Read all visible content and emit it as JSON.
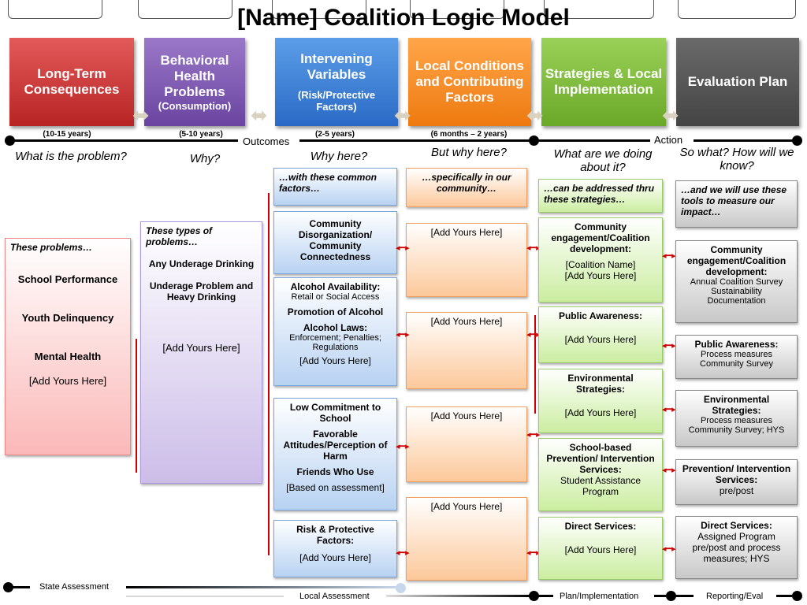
{
  "title": "[Name] Coalition Logic Model",
  "headers": [
    {
      "title": "Long-Term Consequences",
      "sub": ""
    },
    {
      "title": "Behavioral Health Problems",
      "sub": "(Consumption)"
    },
    {
      "title": "Intervening Variables",
      "sub": "(Risk/Protective Factors)"
    },
    {
      "title": "Local Conditions and Contributing Factors",
      "sub": ""
    },
    {
      "title": "Strategies & Local Implementation",
      "sub": ""
    },
    {
      "title": "Evaluation Plan",
      "sub": ""
    }
  ],
  "timeframes": [
    "(10-15 years)",
    "(5-10 years)",
    "(2-5 years)",
    "(6 months – 2 years)"
  ],
  "timeline": {
    "outcomes": "Outcomes",
    "action": "Action"
  },
  "questions": [
    "What is the problem?",
    "Why?",
    "Why here?",
    "But why here?",
    "What are we doing about it?",
    "So what? How will we know?"
  ],
  "col1": {
    "intro": "These problems…",
    "items": [
      "School Performance",
      "Youth Delinquency",
      "Mental Health"
    ],
    "add": "[Add Yours Here]"
  },
  "col2": {
    "intro": "These types of problems…",
    "items": [
      "Any Underage Drinking",
      "Underage Problem and Heavy Drinking"
    ],
    "add": "[Add Yours Here]"
  },
  "col3": {
    "intro": "…with these common factors…",
    "b1": "Community Disorganization/ Community Connectedness",
    "b2": {
      "t1": "Alcohol Availability:",
      "s1": "Retail  or  Social Access",
      "t2": "Promotion of Alcohol",
      "t3": "Alcohol Laws:",
      "s3": "Enforcement; Penalties; Regulations",
      "add": "[Add Yours Here]"
    },
    "b3": {
      "t1": "Low Commitment to School",
      "t2": "Favorable Attitudes/Perception of Harm",
      "t3": "Friends Who Use",
      "note": "[Based on assessment]"
    },
    "b4": {
      "t1": "Risk & Protective Factors:",
      "add": "[Add Yours Here]"
    }
  },
  "col4": {
    "intro": "…specifically in our community…",
    "add": "[Add Yours Here]"
  },
  "col5": {
    "intro": "…can be addressed thru these strategies…",
    "b1": {
      "t": "Community engagement/Coalition development:",
      "s1": "[Coalition Name]",
      "s2": "[Add Yours Here]"
    },
    "b2": {
      "t": "Public Awareness:",
      "add": "[Add Yours Here]"
    },
    "b3": {
      "t": "Environmental Strategies:",
      "add": "[Add Yours Here]"
    },
    "b4": {
      "t": "School-based Prevention/ Intervention  Services:",
      "s": "Student Assistance Program"
    },
    "b5": {
      "t": "Direct Services:",
      "add": "[Add Yours Here]"
    }
  },
  "col6": {
    "intro": "…and we will use these tools to measure our impact…",
    "b1": {
      "t": "Community engagement/Coalition development:",
      "s": "Annual Coalition Survey Sustainability Documentation"
    },
    "b2": {
      "t": "Public Awareness:",
      "s": "Process measures Community Survey"
    },
    "b3": {
      "t": "Environmental Strategies:",
      "s": "Process measures Community Survey; HYS"
    },
    "b4": {
      "t": "Prevention/ Intervention  Services:",
      "s": "pre/post"
    },
    "b5": {
      "t": "Direct Services:",
      "s": "Assigned Program pre/post and  process measures; HYS"
    }
  },
  "bottom": [
    "State Assessment",
    "Local Assessment",
    "Plan/Implementation",
    "Reporting/Eval"
  ]
}
